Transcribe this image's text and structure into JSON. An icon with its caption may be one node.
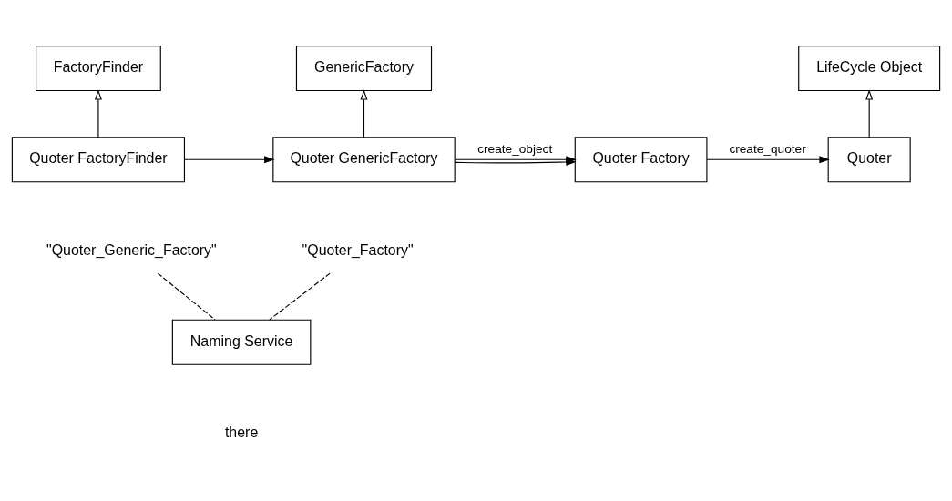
{
  "diagram": {
    "nodes": [
      {
        "text": [
          "FactoryFinder"
        ]
      },
      {
        "text": [
          "GenericFactory"
        ]
      },
      {
        "text": [
          "LifeCycle Object"
        ]
      },
      {
        "text": [
          "Quoter FactoryFinder"
        ]
      },
      {
        "text": [
          "Quoter GenericFactory"
        ]
      },
      {
        "text": [
          "Quoter Factory"
        ]
      },
      {
        "text": [
          "Quoter"
        ]
      },
      {
        "text": [
          "Naming Service"
        ]
      },
      {
        "text": [
          "\"Quoter_Generic_Factory\""
        ]
      },
      {
        "text": [
          "\"Quoter_Factory\""
        ]
      }
    ],
    "edges": [
      {
        "from": 3,
        "to": 0,
        "arrow": "to"
      },
      {
        "from": 4,
        "to": 1,
        "arrow": "to"
      },
      {
        "from": 6,
        "to": 2,
        "arrow": "to"
      },
      {
        "from": 4,
        "to": 5,
        "arrow": "to",
        "label": "create_object"
      },
      {
        "from": 5,
        "to": 6,
        "arrow": "to",
        "label": "create_quoter"
      },
      {
        "from": 3,
        "to": 4,
        "arrow": "to"
      },
      {
        "from": 4,
        "to": 5,
        "arrow": "to"
      },
      {
        "from": 8,
        "to": 7,
        "arrow": "none",
        "style": "dashed"
      },
      {
        "from": 9,
        "to": 7,
        "arrow": "none",
        "style": "dashed"
      }
    ],
    "labels": [
      "there"
    ]
  }
}
